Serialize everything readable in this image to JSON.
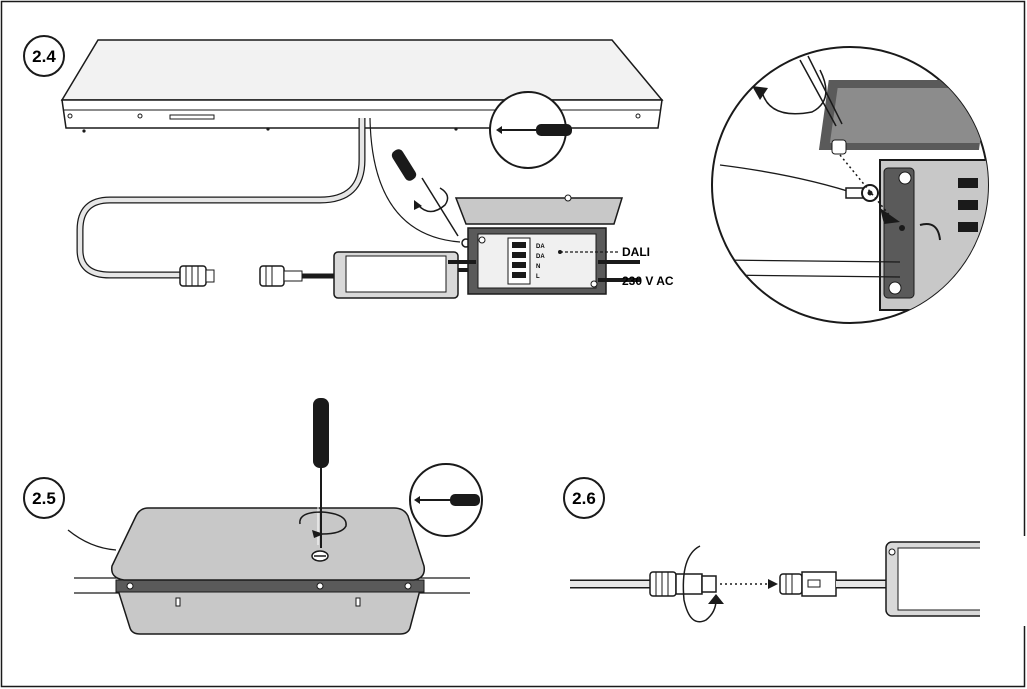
{
  "steps": {
    "s1": "2.4",
    "s2": "2.5",
    "s3": "2.6"
  },
  "callouts": {
    "dali": "DALI",
    "mains": "230 V AC"
  },
  "terminal_marks": [
    "DA",
    "DA",
    "N",
    "L"
  ],
  "colors": {
    "line": "#1a1a1a",
    "panel_fill": "#f2f2f2",
    "box_fill": "#c8c8c8",
    "box_dark": "#5a5a5a",
    "cable_fill": "#e6e6e6",
    "background": "#ffffff"
  },
  "icons": {
    "tool": "screwdriver-icon",
    "rotation": "rotate-arrow-icon"
  }
}
